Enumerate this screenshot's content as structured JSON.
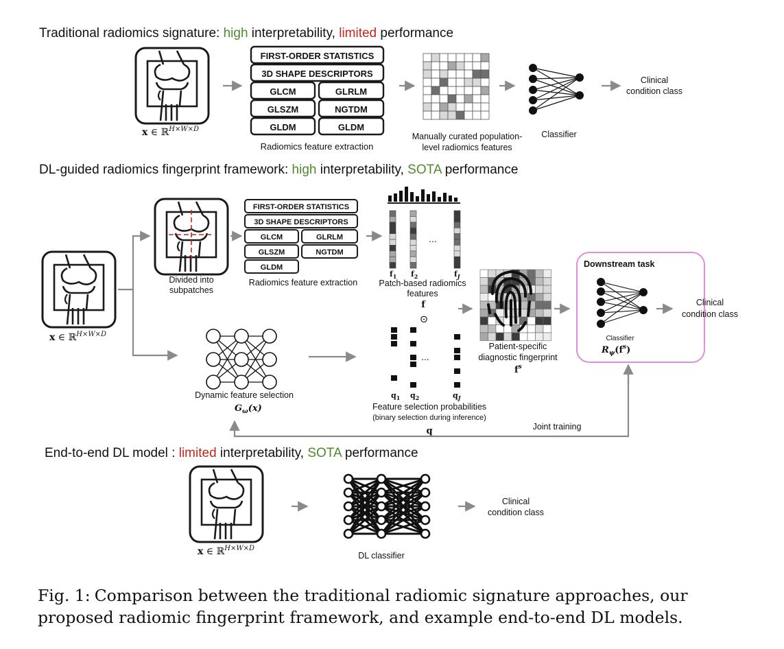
{
  "headings": {
    "traditional": {
      "pre": "Traditional radiomics signature: ",
      "high": "high",
      "mid": " interpretability, ",
      "limited": "limited",
      "post": " performance"
    },
    "dl_guided": {
      "pre": "DL-guided radiomics fingerprint framework: ",
      "high": "high",
      "mid": " interpretability, ",
      "sota": "SOTA",
      "post": " performance"
    },
    "end_to_end": {
      "pre": "End-to-end DL model : ",
      "limited": "limited",
      "mid": " interpretability, ",
      "sota": "SOTA",
      "post": " performance"
    }
  },
  "colors": {
    "green": "#4e8a2c",
    "red": "#c0281b",
    "pink": "#e08fd6",
    "arrow": "#8a8a8a",
    "ink": "#1a1a1a"
  },
  "input_label": {
    "x": "x",
    "in": " ∈ ℝ",
    "sup": "H×W×D"
  },
  "feature_boxes": {
    "first_order": "FIRST-ORDER STATISTICS",
    "shape": "3D SHAPE DESCRIPTORS",
    "glcm": "GLCM",
    "glrlm": "GLRLM",
    "glszm": "GLSZM",
    "ngtdm": "NGTDM",
    "gldm": "GLDM",
    "gldm2": "GLDM"
  },
  "traditional": {
    "extraction_label": "Radiomics feature extraction",
    "curated_label_1": "Manually curated population-",
    "curated_label_2": "level radiomics features",
    "classifier_label": "Classifier",
    "output_1": "Clinical",
    "output_2": "condition class"
  },
  "dl_guided": {
    "subpatch_label_1": "Divided into",
    "subpatch_label_2": "subpatches",
    "extraction_label": "Radiomics feature extraction",
    "patch_label_1": "Patch-based radiomics",
    "patch_label_2": "features",
    "f_label": "f",
    "f1": "f",
    "f1_sub": "1",
    "f2": "f",
    "f2_sub": "2",
    "fj": "f",
    "fj_sub": "J",
    "dots": "...",
    "odot": "⊙",
    "fingerprint_label_1": "Patient-specific",
    "fingerprint_label_2": "diagnostic fingerprint",
    "fs_label": "f",
    "fs_sup": "s",
    "downstream_title": "Downstream task",
    "classifier_label": "Classifier",
    "r_label": "R",
    "r_sub": "ψ",
    "r_arg": "(f",
    "r_arg_sup": "s",
    "r_close": ")",
    "output_1": "Clinical",
    "output_2": "condition class",
    "dyn_label": "Dynamic feature selection",
    "g_label": "G",
    "g_sub": "ω",
    "g_arg": "(x)",
    "q1": "q",
    "q1_sub": "1",
    "q2": "q",
    "q2_sub": "2",
    "qj": "q",
    "qj_sub": "J",
    "prob_label_1": "Feature selection probabilities",
    "prob_label_2": "(binary selection during inference)",
    "q_label": "q",
    "joint_label": "Joint training"
  },
  "end_to_end": {
    "classifier_label": "DL classifier",
    "output_1": "Clinical",
    "output_2": "condition class"
  },
  "caption": {
    "label": "Fig. 1:",
    "text": "Comparison between the traditional radiomic signature approaches, our proposed radiomic fingerprint framework, and example end-to-end DL models."
  }
}
